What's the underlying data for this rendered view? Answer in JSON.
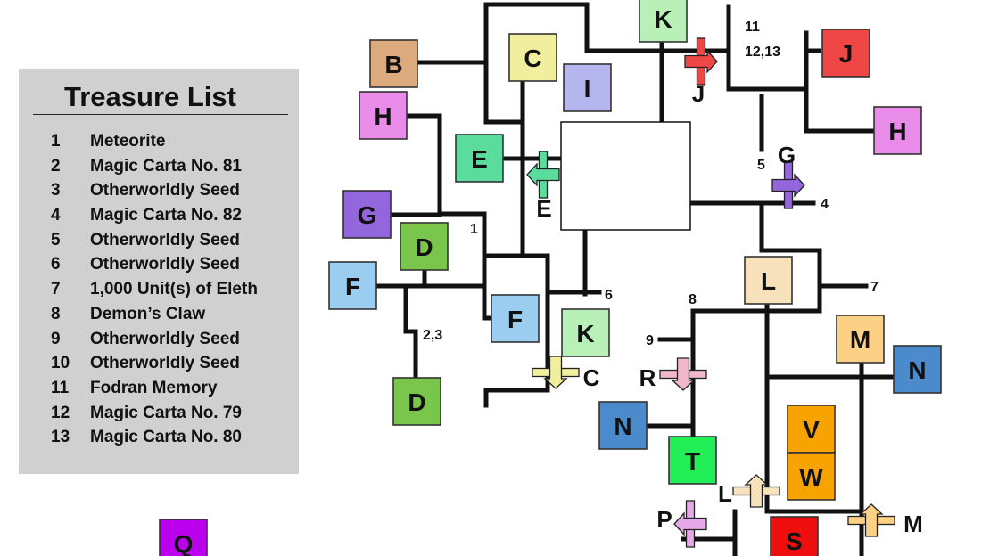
{
  "legend": {
    "title": "Treasure List",
    "items": [
      {
        "num": "1",
        "name": "Meteorite"
      },
      {
        "num": "2",
        "name": "Magic Carta No. 81"
      },
      {
        "num": "3",
        "name": "Otherworldly Seed"
      },
      {
        "num": "4",
        "name": "Magic Carta No. 82"
      },
      {
        "num": "5",
        "name": "Otherworldly Seed"
      },
      {
        "num": "6",
        "name": "Otherworldly Seed"
      },
      {
        "num": "7",
        "name": "1,000 Unit(s) of Eleth"
      },
      {
        "num": "8",
        "name": "Demon’s Claw"
      },
      {
        "num": "9",
        "name": "Otherworldly Seed"
      },
      {
        "num": "10",
        "name": "Otherworldly Seed"
      },
      {
        "num": "11",
        "name": "Fodran Memory"
      },
      {
        "num": "12",
        "name": "Magic Carta No. 79"
      },
      {
        "num": "13",
        "name": "Magic Carta No. 80"
      }
    ]
  },
  "rooms": [
    {
      "label": "B",
      "color": "#dcaa7c"
    },
    {
      "label": "C",
      "color": "#f1ee9e"
    },
    {
      "label": "I",
      "color": "#b6b6ef"
    },
    {
      "label": "K",
      "color": "#b8f0b8"
    },
    {
      "label": "J",
      "color": "#ef4646"
    },
    {
      "label": "H",
      "color": "#e98ce9"
    },
    {
      "label": "H",
      "color": "#e98ce9"
    },
    {
      "label": "E",
      "color": "#5cdc9c"
    },
    {
      "label": "G",
      "color": "#9466dc"
    },
    {
      "label": "D",
      "color": "#7ac64c"
    },
    {
      "label": "F",
      "color": "#9acdf0"
    },
    {
      "label": "F",
      "color": "#9acdf0"
    },
    {
      "label": "K",
      "color": "#b8f0b8"
    },
    {
      "label": "D",
      "color": "#7ac64c"
    },
    {
      "label": "L",
      "color": "#f8e2bc"
    },
    {
      "label": "M",
      "color": "#fcd085"
    },
    {
      "label": "N",
      "color": "#4b8bcb"
    },
    {
      "label": "N",
      "color": "#4b8bcb"
    },
    {
      "label": "V",
      "color": "#f7a300"
    },
    {
      "label": "W",
      "color": "#f7a300"
    },
    {
      "label": "T",
      "color": "#22ee55"
    },
    {
      "label": "S",
      "color": "#ee0e0e"
    },
    {
      "label": "Q",
      "color": "#bb00ee"
    }
  ],
  "warps": [
    {
      "label": "J",
      "color": "#ef4646"
    },
    {
      "label": "E",
      "color": "#5cdc9c"
    },
    {
      "label": "G",
      "color": "#9466dc"
    },
    {
      "label": "C",
      "color": "#f1ee9e"
    },
    {
      "label": "R",
      "color": "#f0b8c8"
    },
    {
      "label": "L",
      "color": "#f8e2bc"
    },
    {
      "label": "P",
      "color": "#e6a8e6"
    },
    {
      "label": "M",
      "color": "#fcd085"
    }
  ],
  "treasure_markers": [
    "11",
    "12,13",
    "5",
    "4",
    "1",
    "6",
    "7",
    "8",
    "9",
    "2,3"
  ]
}
